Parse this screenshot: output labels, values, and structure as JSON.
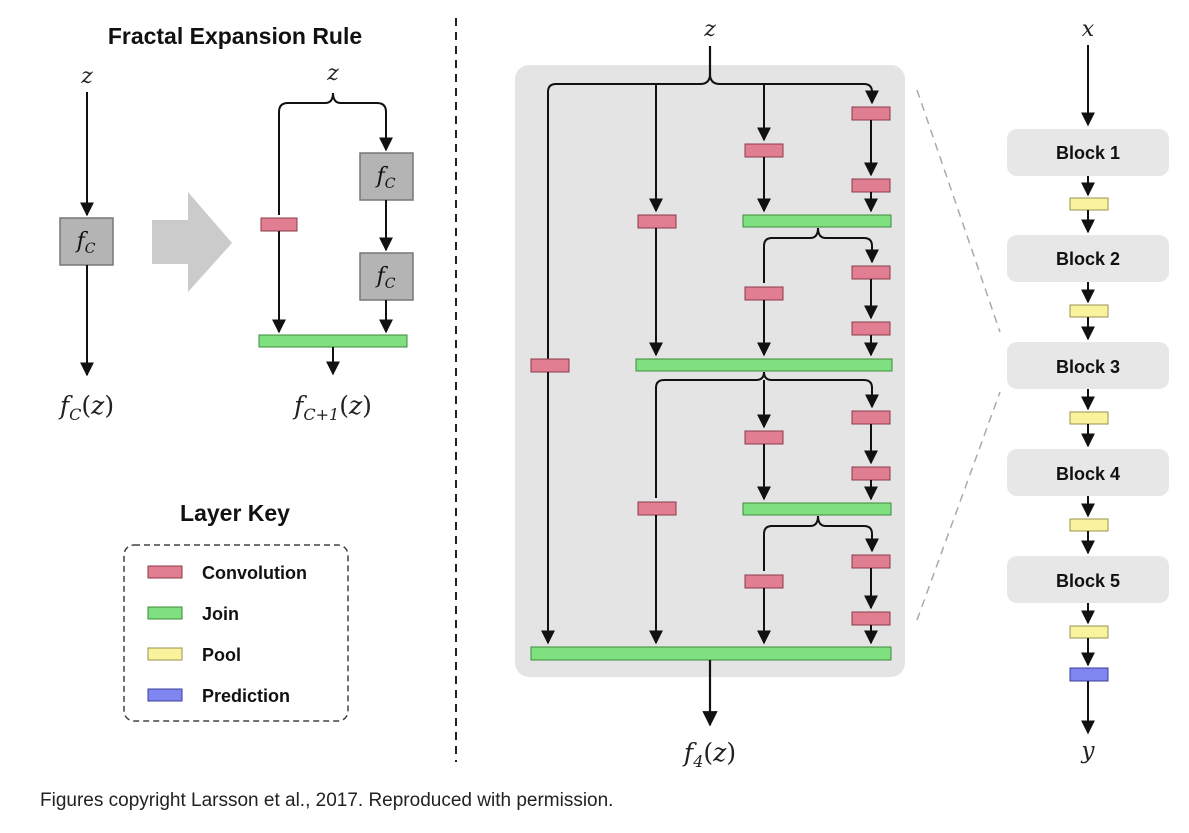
{
  "left_panel": {
    "title": "Fractal Expansion Rule",
    "input_label": "z",
    "output_label": "fC(z)",
    "box_label": "fC",
    "expanded_input_label": "z",
    "expanded_output_label": "fC+1(z)"
  },
  "layer_key": {
    "title": "Layer Key",
    "items": [
      {
        "label": "Convolution",
        "color": "#e27e91"
      },
      {
        "label": "Join",
        "color": "#7fe07f"
      },
      {
        "label": "Pool",
        "color": "#faf39e"
      },
      {
        "label": "Prediction",
        "color": "#8086f0"
      }
    ]
  },
  "middle_panel": {
    "input_label": "z",
    "output_label": "f4(z)"
  },
  "right_panel": {
    "input_label": "x",
    "output_label": "y",
    "blocks": [
      "Block 1",
      "Block 2",
      "Block 3",
      "Block 4",
      "Block 5"
    ]
  },
  "caption": "Figures copyright Larsson et al., 2017. Reproduced with permission.",
  "colors": {
    "conv": "#e27e91",
    "join": "#7fe07f",
    "pool": "#faf39e",
    "pred": "#8086f0",
    "block_bg": "#e7e7e7",
    "panel_bg": "#e4e4e4",
    "fc_box": "#b4b4b4"
  }
}
